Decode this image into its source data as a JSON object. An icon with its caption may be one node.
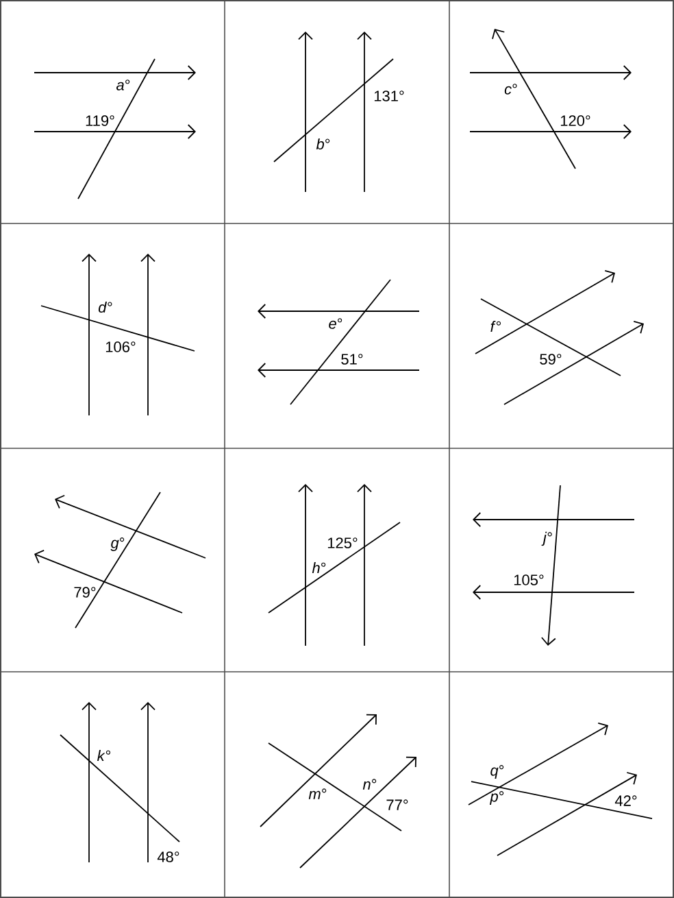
{
  "diagram": {
    "labels": [
      "*a*°",
      "119°",
      "131°",
      "*b*°",
      "*c*°",
      "120°",
      "*d*°",
      "106°",
      "*e*°",
      "51°",
      "*f*°",
      "59°",
      "*g*°",
      "79°",
      "125°",
      "*h*°",
      "*j*°",
      "105°",
      "*k*°",
      "48°",
      "*m*°",
      "*n*°",
      "77°",
      "*q*°",
      "*p*°",
      "42°"
    ]
  }
}
